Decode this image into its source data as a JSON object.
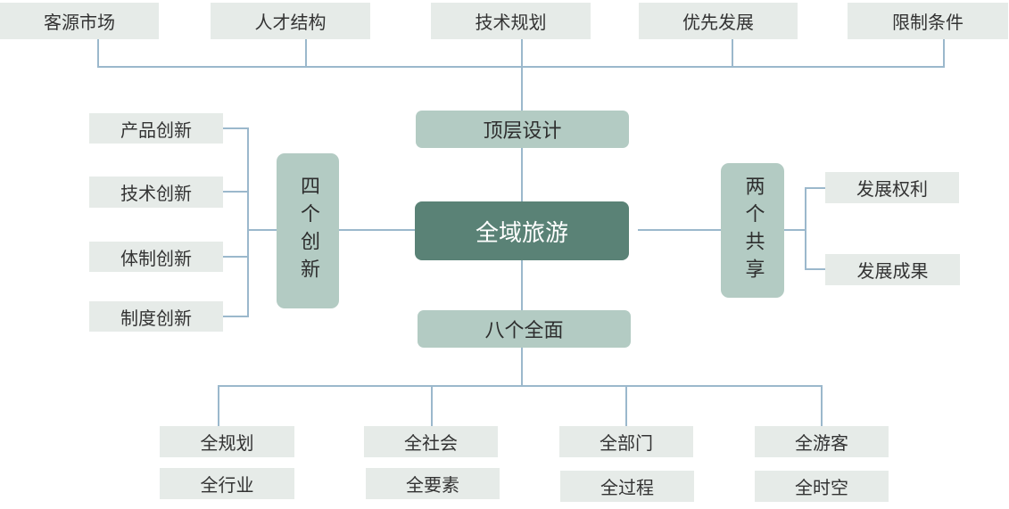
{
  "center": {
    "label": "全域旅游"
  },
  "top_design": {
    "label": "顶层设计",
    "factors": [
      "客源市场",
      "人才结构",
      "技术规划",
      "优先发展",
      "限制条件"
    ]
  },
  "four_innovations": {
    "label": "四个创新",
    "items": [
      "产品创新",
      "技术创新",
      "体制创新",
      "制度创新"
    ]
  },
  "two_sharings": {
    "label": "两个共享",
    "items": [
      "发展权利",
      "发展成果"
    ]
  },
  "eight_comprehensive": {
    "label": "八个全面",
    "items": [
      [
        "全规划",
        "全行业"
      ],
      [
        "全社会",
        "全要素"
      ],
      [
        "全部门",
        "全过程"
      ],
      [
        "全游客",
        "全时空"
      ]
    ]
  },
  "colors": {
    "connector": "#9bb8cc",
    "core_fill": "#5a8276",
    "branch_fill": "#b3cbc3",
    "leaf_fill": "#e6ebe8"
  }
}
